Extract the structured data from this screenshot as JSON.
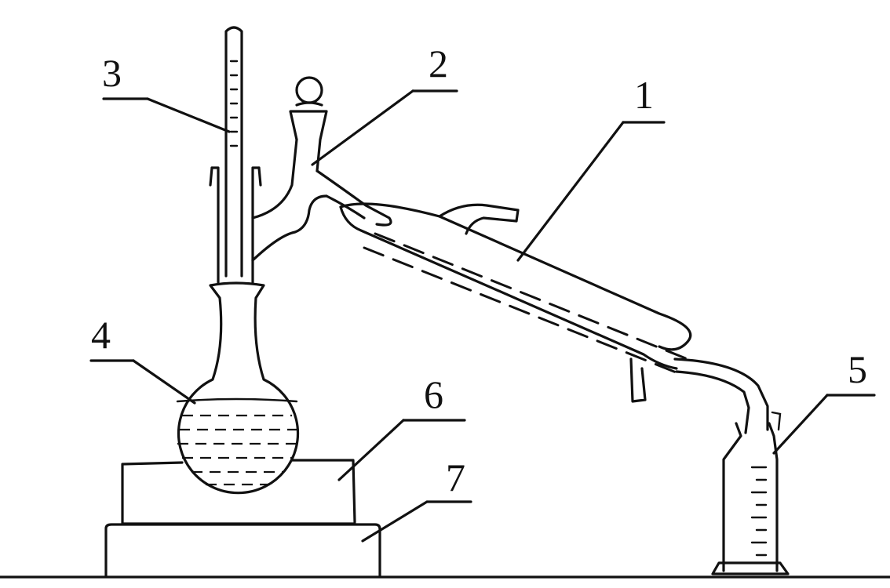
{
  "labels": {
    "one": "1",
    "two": "2",
    "three": "3",
    "four": "4",
    "five": "5",
    "six": "6",
    "seven": "7"
  }
}
